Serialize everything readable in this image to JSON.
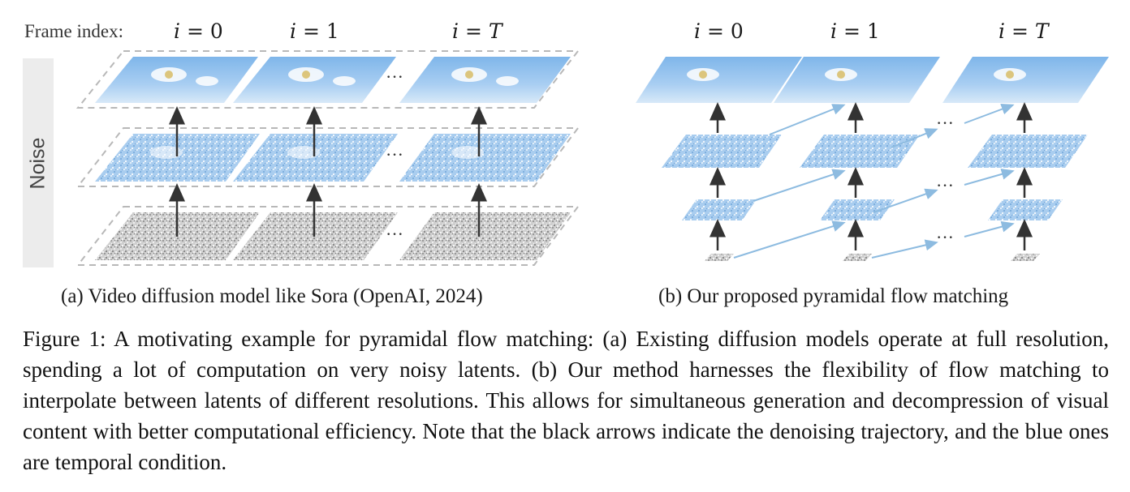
{
  "figure": {
    "left_panel": {
      "frame_index_label": "Frame index:",
      "index_labels": [
        "0",
        "1",
        "T"
      ],
      "noise_label": "Noise",
      "ellipsis": "···",
      "caption": "(a) Video diffusion model like Sora (OpenAI, 2024)"
    },
    "right_panel": {
      "index_labels": [
        "0",
        "1",
        "T"
      ],
      "ellipsis": "···",
      "caption": "(b) Our proposed pyramidal flow matching"
    },
    "colors": {
      "sky": "#6aa8e0",
      "sky_light": "#cfe3f7",
      "noise": "#c8c8c8",
      "black_arrow": "#333333",
      "blue_arrow": "#8dbbe0",
      "dashed_frame": "#b8b8b8"
    }
  },
  "caption": {
    "label": "Figure 1:",
    "text": "A motivating example for pyramidal flow matching: (a) Existing diffusion models operate at full resolution, spending a lot of computation on very noisy latents. (b) Our method harnesses the flexibility of flow matching to interpolate between latents of different resolutions. This allows for simultaneous generation and decompression of visual content with better computational efficiency. Note that the black arrows indicate the denoising trajectory, and the blue ones are temporal condition."
  }
}
